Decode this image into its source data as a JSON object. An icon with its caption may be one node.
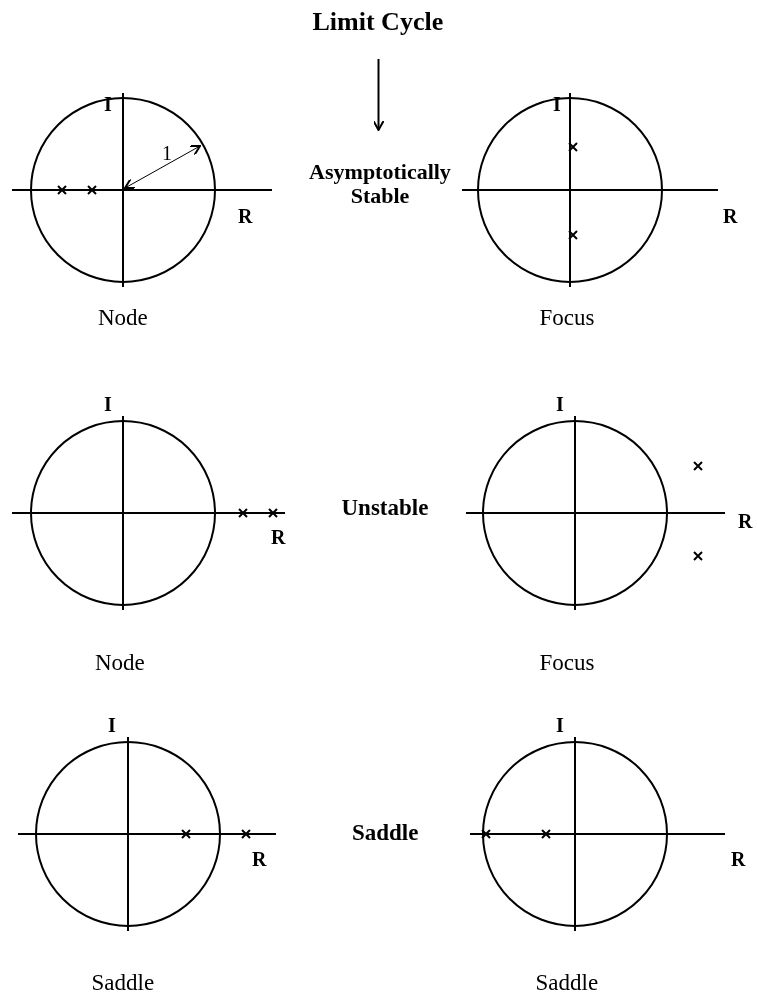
{
  "diagram": {
    "nodes": [
      {
        "text": [
          "Limit Cycle"
        ]
      },
      {
        "text": [
          "Asymptotically Stable"
        ]
      }
    ],
    "edges": [
      {
        "from": 0,
        "to": 1,
        "arrow": "to"
      }
    ],
    "labels": [
      "I",
      "1",
      "I",
      "R",
      "R",
      "Node",
      "Focus",
      "I",
      "I",
      "Unstable",
      "R",
      "R",
      "Node",
      "Focus",
      "I",
      "I",
      "Saddle",
      "R",
      "R",
      "Saddle",
      "Saddle"
    ]
  }
}
